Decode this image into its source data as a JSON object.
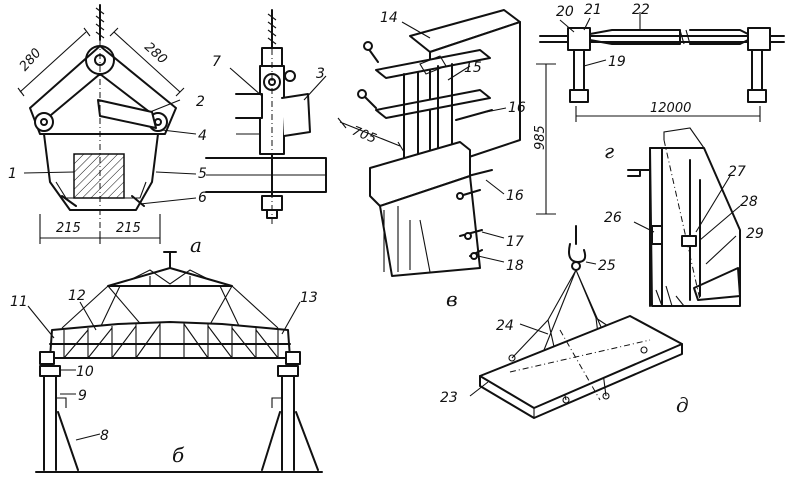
{
  "callouts": [
    "1",
    "2",
    "3",
    "4",
    "5",
    "6",
    "7",
    "8",
    "9",
    "10",
    "11",
    "12",
    "13",
    "14",
    "15",
    "16",
    "16",
    "17",
    "18",
    "19",
    "20",
    "21",
    "22",
    "23",
    "24",
    "25",
    "26",
    "27",
    "28",
    "29"
  ],
  "dimensions": {
    "a_top_left": "280",
    "a_top_right": "280",
    "a_bottom_left": "215",
    "a_bottom_right": "215",
    "v_width": "705",
    "v_height": "985",
    "g_span": "12000"
  },
  "subfigures": {
    "a": "а",
    "b": "б",
    "v": "в",
    "g": "г",
    "d": "д"
  }
}
